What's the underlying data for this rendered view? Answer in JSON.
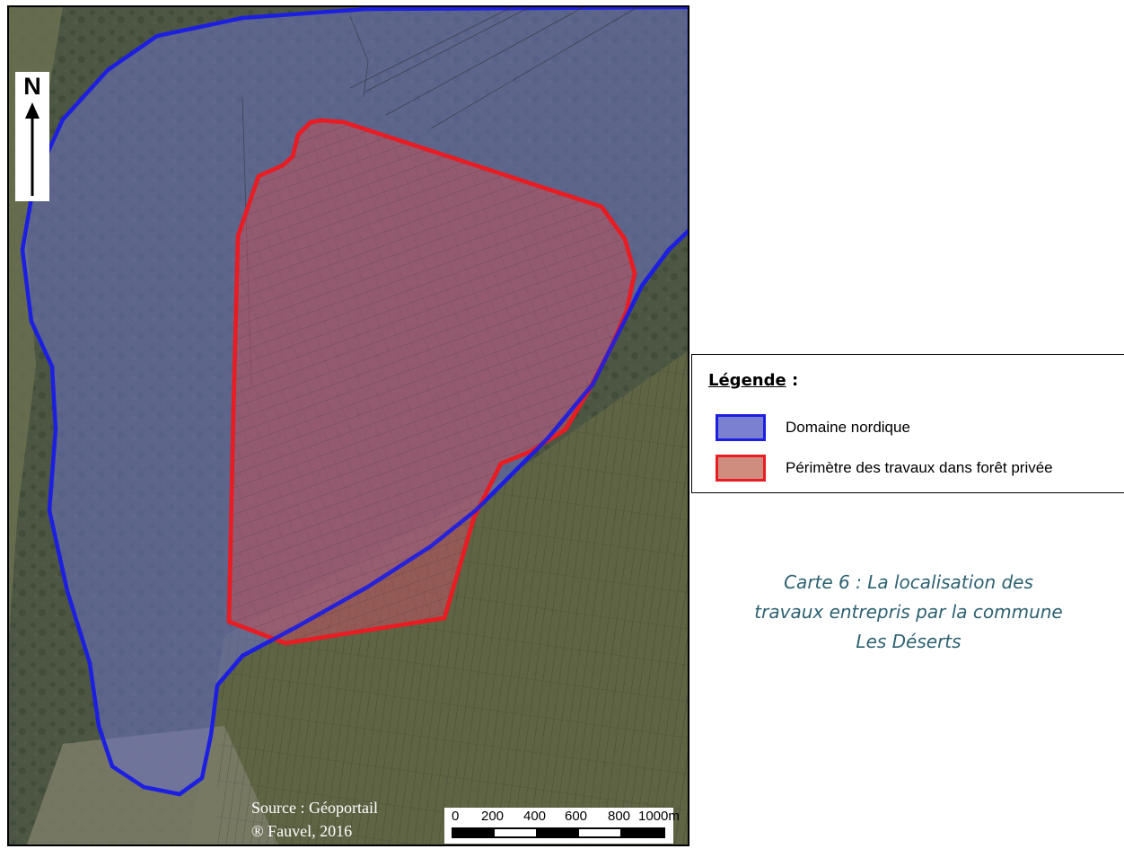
{
  "map": {
    "north_label": "N",
    "source_line": "Source : Géoportail",
    "copyright_line": "® Fauvel, 2016",
    "scale_labels": [
      "0",
      "200",
      "400",
      "600",
      "800",
      "1000m"
    ],
    "colors": {
      "domaine_nordique_outline": "#1d1fe0",
      "domaine_nordique_fill": "#6b73c9",
      "perimetre_outline": "#e81c22",
      "perimetre_fill": "#b5545f",
      "terrain_dark": "#3f4a3a",
      "terrain_light": "#7a7c5a"
    },
    "icons": [
      "north-arrow-icon",
      "scale-bar-icon"
    ]
  },
  "legend": {
    "title": "Légende",
    "title_suffix": " :",
    "items": [
      {
        "label": "Domaine nordique",
        "fill": "#7b80d0",
        "border": "#1d1fe0"
      },
      {
        "label": "Périmètre des travaux dans forêt privée",
        "fill": "#cf8d7f",
        "border": "#e81c22"
      }
    ]
  },
  "caption": {
    "lines": [
      "Carte 6 : La localisation des",
      "travaux entrepris par la commune",
      "Les Déserts"
    ]
  }
}
